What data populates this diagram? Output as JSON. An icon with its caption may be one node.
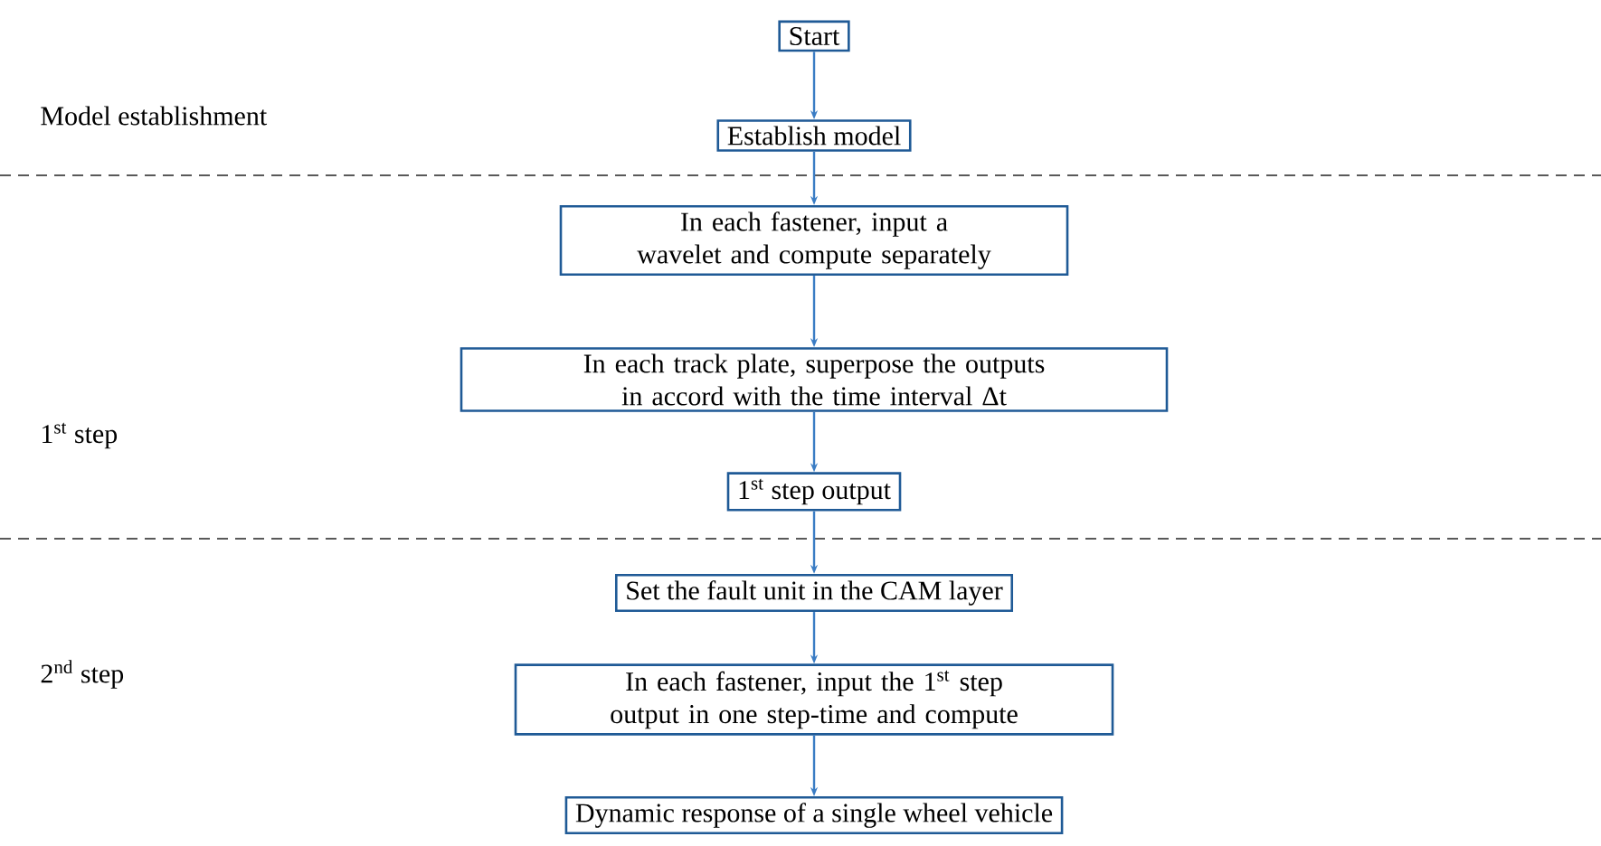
{
  "diagram": {
    "nodes": [
      {
        "text": [
          "Start"
        ]
      },
      {
        "text": [
          "Establish model"
        ]
      },
      {
        "text": [
          "In each fastener, input a wavelet and compute separately"
        ]
      },
      {
        "text": [
          "In each track plate, superpose the outputs in accord with the time interval Δt"
        ]
      },
      {
        "text": [
          "1$^{st}$ step output"
        ]
      },
      {
        "text": [
          "Set the fault unit in the CAM layer"
        ]
      },
      {
        "text": [
          "In each fastener, input the 1$^{st}$ step output in one step-time and compute"
        ]
      },
      {
        "text": [
          "Dynamic response of a single wheel vehicle"
        ]
      }
    ],
    "edges": [
      {
        "from": 0,
        "to": 1,
        "arrow": "to"
      },
      {
        "from": 1,
        "to": 2,
        "arrow": "to"
      },
      {
        "from": 2,
        "to": 3,
        "arrow": "to"
      },
      {
        "from": 3,
        "to": 4,
        "arrow": "to"
      },
      {
        "from": 4,
        "to": 5,
        "arrow": "to"
      },
      {
        "from": 5,
        "to": 6,
        "arrow": "to"
      },
      {
        "from": 6,
        "to": 7,
        "arrow": "to"
      }
    ],
    "labels": [
      "Model establishment",
      "1$^{st}$ step",
      "2$^{nd}$ step"
    ]
  }
}
